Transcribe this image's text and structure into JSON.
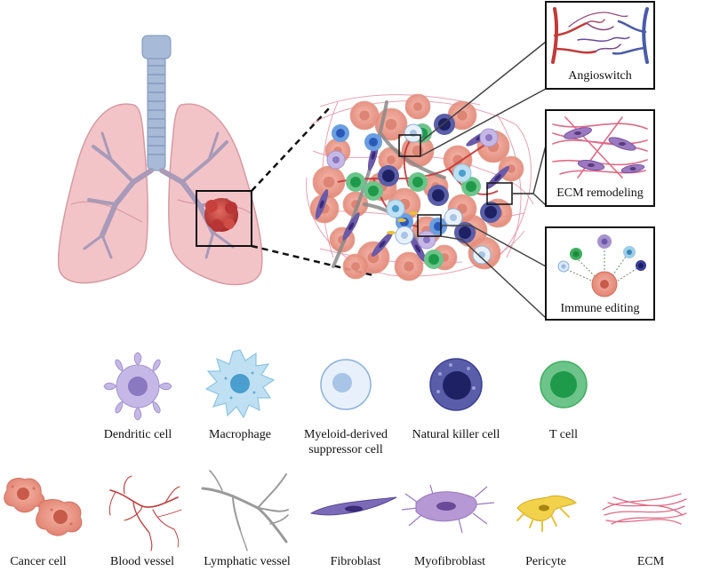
{
  "insets": [
    {
      "label": "Angioswitch"
    },
    {
      "label": "ECM remodeling"
    },
    {
      "label": "Immune editing"
    }
  ],
  "legend_row1": [
    {
      "label": "Dendritic cell",
      "icon": "dendritic-cell-icon"
    },
    {
      "label": "Macrophage",
      "icon": "macrophage-icon"
    },
    {
      "label_line1": "Myeloid-derived",
      "label_line2": "suppressor cell",
      "icon": "mdsc-icon"
    },
    {
      "label": "Natural killer cell",
      "icon": "nk-cell-icon"
    },
    {
      "label": "T cell",
      "icon": "t-cell-icon"
    }
  ],
  "legend_row2": [
    {
      "label": "Cancer cell",
      "icon": "cancer-cell-icon"
    },
    {
      "label": "Blood vessel",
      "icon": "blood-vessel-icon"
    },
    {
      "label": "Lymphatic vessel",
      "icon": "lymphatic-vessel-icon"
    },
    {
      "label": "Fibroblast",
      "icon": "fibroblast-icon"
    },
    {
      "label": "Myofibroblast",
      "icon": "myofibroblast-icon"
    },
    {
      "label": "Pericyte",
      "icon": "pericyte-icon"
    },
    {
      "label": "ECM",
      "icon": "ecm-icon"
    }
  ],
  "colors": {
    "lung": "#f2c4c8",
    "lung_stroke": "#d89aa2",
    "trachea": "#9fb4d4",
    "bronchi": "#a89ab8",
    "tumor": "#c8403c",
    "vessel_red": "#c23a3a",
    "vessel_blue": "#4a5ca8",
    "tcell": "#3fae5f",
    "nk": "#3a3f95",
    "dendritic": "#a493cf",
    "macrophage": "#9fcde8",
    "mdsc": "#bcd8f2",
    "cancer": "#e8907e",
    "fibroblast": "#6a5aa8",
    "myofibroblast": "#9b78c0",
    "pericyte": "#e8c23a",
    "ecm": "#e06a86",
    "lymphatic": "#8a8a8a"
  }
}
